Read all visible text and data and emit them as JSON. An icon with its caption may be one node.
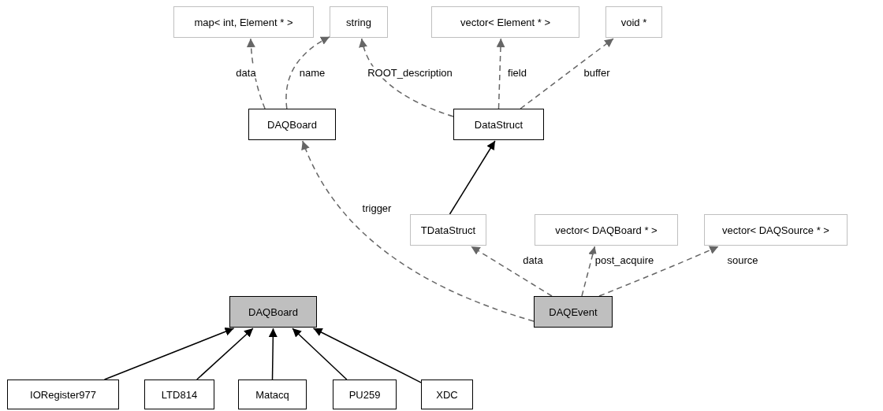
{
  "diagram": {
    "nodes": [
      {
        "text": [
          "map< int, Element * >"
        ]
      },
      {
        "text": [
          "string"
        ]
      },
      {
        "text": [
          "vector< Element * >"
        ]
      },
      {
        "text": [
          "void *"
        ]
      },
      {
        "text": [
          "DAQBoard"
        ]
      },
      {
        "text": [
          "DataStruct"
        ]
      },
      {
        "text": [
          "TDataStruct"
        ]
      },
      {
        "text": [
          "vector< DAQBoard * >"
        ]
      },
      {
        "text": [
          "vector< DAQSource * >"
        ]
      },
      {
        "text": [
          "DAQEvent"
        ]
      },
      {
        "text": [
          "DAQBoard"
        ]
      },
      {
        "text": [
          "IORegister977"
        ]
      },
      {
        "text": [
          "LTD814"
        ]
      },
      {
        "text": [
          "Matacq"
        ]
      },
      {
        "text": [
          "PU259"
        ]
      },
      {
        "text": [
          "XDC"
        ]
      }
    ],
    "edges": [
      {
        "from": 4,
        "to": 0,
        "arrow": "to",
        "label": "data",
        "style": "dashed"
      },
      {
        "from": 4,
        "to": 1,
        "arrow": "to",
        "label": "name",
        "style": "dashed"
      },
      {
        "from": 5,
        "to": 1,
        "arrow": "to",
        "label": "ROOT_description",
        "style": "dashed"
      },
      {
        "from": 5,
        "to": 2,
        "arrow": "to",
        "label": "field",
        "style": "dashed"
      },
      {
        "from": 5,
        "to": 3,
        "arrow": "to",
        "label": "buffer",
        "style": "dashed"
      },
      {
        "from": 6,
        "to": 5,
        "arrow": "to",
        "color": "#000000"
      },
      {
        "from": 9,
        "to": 4,
        "arrow": "to",
        "label": "trigger",
        "style": "dashed"
      },
      {
        "from": 9,
        "to": 6,
        "arrow": "to",
        "label": "data",
        "style": "dashed"
      },
      {
        "from": 9,
        "to": 7,
        "arrow": "to",
        "label": "post_acquire",
        "style": "dashed"
      },
      {
        "from": 9,
        "to": 8,
        "arrow": "to",
        "label": "source",
        "style": "dashed"
      },
      {
        "from": 11,
        "to": 10,
        "arrow": "to",
        "color": "#000000"
      },
      {
        "from": 12,
        "to": 10,
        "arrow": "to",
        "color": "#000000"
      },
      {
        "from": 13,
        "to": 10,
        "arrow": "to",
        "color": "#000000"
      },
      {
        "from": 14,
        "to": 10,
        "arrow": "to",
        "color": "#000000"
      },
      {
        "from": 15,
        "to": 10,
        "arrow": "to",
        "color": "#000000"
      }
    ]
  }
}
